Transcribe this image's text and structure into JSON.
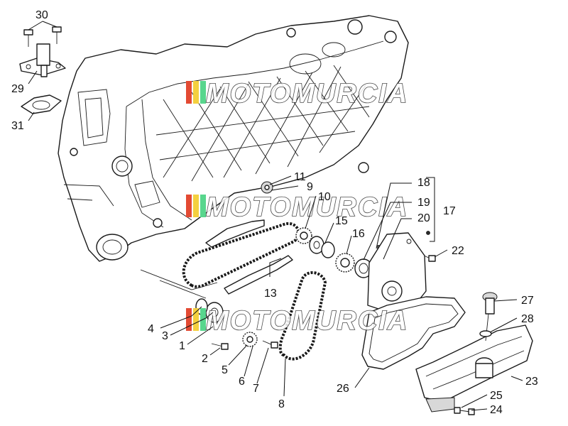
{
  "watermarks": [
    "MOTOMURCIA",
    "MOTOMURCIA",
    "MOTOMURCIA"
  ],
  "callouts": {
    "n1": "1",
    "n2": "2",
    "n3": "3",
    "n4": "4",
    "n5": "5",
    "n6": "6",
    "n7": "7",
    "n8": "8",
    "n9": "9",
    "n10": "10",
    "n11": "11",
    "n13": "13",
    "n15": "15",
    "n16": "16",
    "n17": "17",
    "n18": "18",
    "n19": "19",
    "n20": "20",
    "n22": "22",
    "n23": "23",
    "n24": "24",
    "n25": "25",
    "n26": "26",
    "n27": "27",
    "n28": "28",
    "n29": "29",
    "n30": "30",
    "n31": "31"
  }
}
